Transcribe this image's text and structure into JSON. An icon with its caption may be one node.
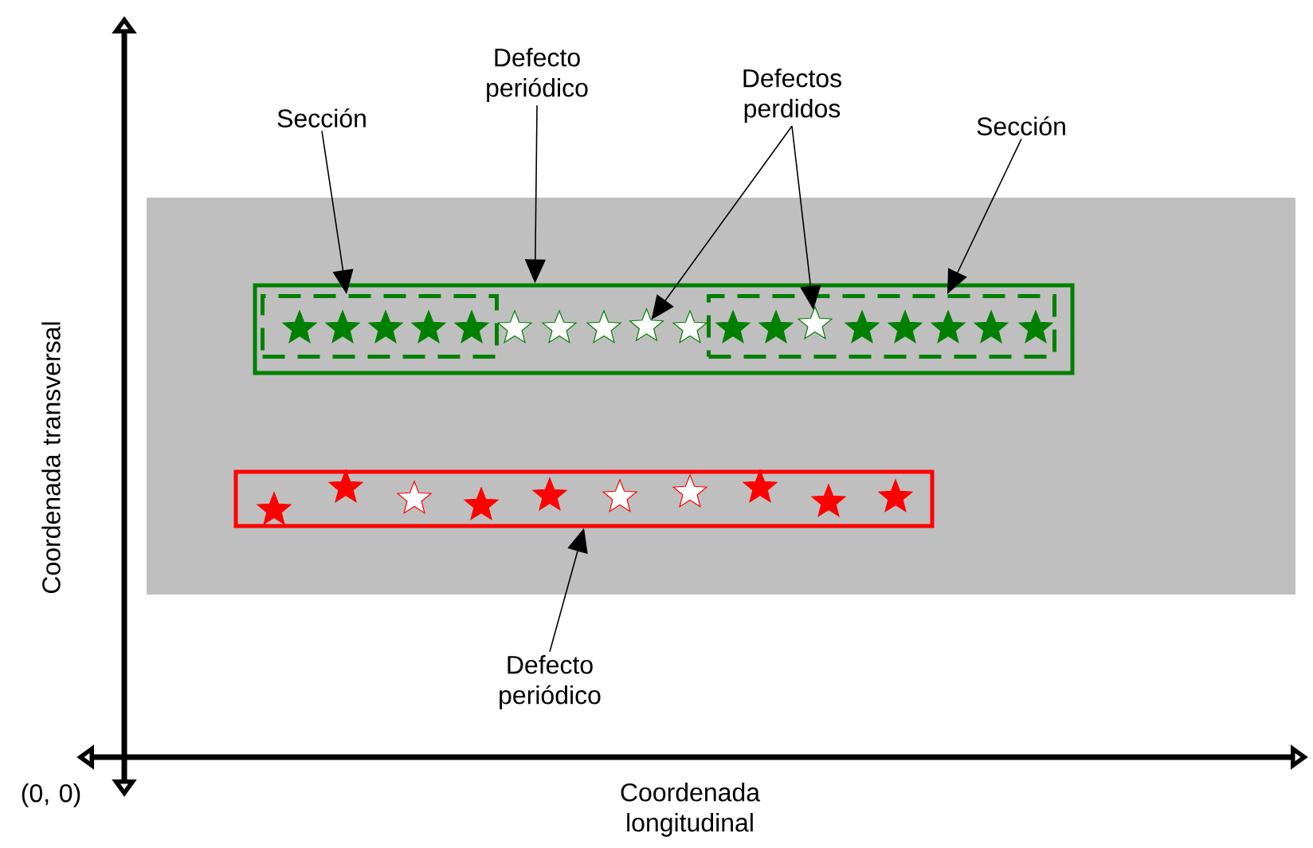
{
  "diagram": {
    "nodes": [
      {
        "text": [
          "Sección"
        ]
      },
      {
        "text": [
          "Defecto periódico"
        ]
      },
      {
        "text": [
          "Defectos perdidos"
        ]
      },
      {
        "text": [
          "Sección"
        ]
      },
      {
        "text": [],
        "shape": "box"
      },
      {
        "text": [],
        "shape": "box",
        "in": 4
      },
      {
        "text": [],
        "shape": "box",
        "in": 4
      },
      {
        "text": [],
        "shape": "star",
        "in": 4
      },
      {
        "text": [],
        "shape": "star",
        "in": 6
      },
      {
        "text": [],
        "shape": "box"
      },
      {
        "text": [
          "Defecto periódico"
        ]
      }
    ],
    "edges": [
      {
        "from": 0,
        "to": 5,
        "arrow": "to"
      },
      {
        "from": 1,
        "to": 4,
        "arrow": "to"
      },
      {
        "from": 2,
        "to": 7,
        "arrow": "to"
      },
      {
        "from": 2,
        "to": 8,
        "arrow": "to"
      },
      {
        "from": 3,
        "to": 6,
        "arrow": "to"
      },
      {
        "from": 10,
        "to": 9,
        "arrow": "to"
      }
    ],
    "labels": [
      "Coordenada transversal",
      "Coordenada longitudinal",
      "(0, 0)"
    ]
  }
}
